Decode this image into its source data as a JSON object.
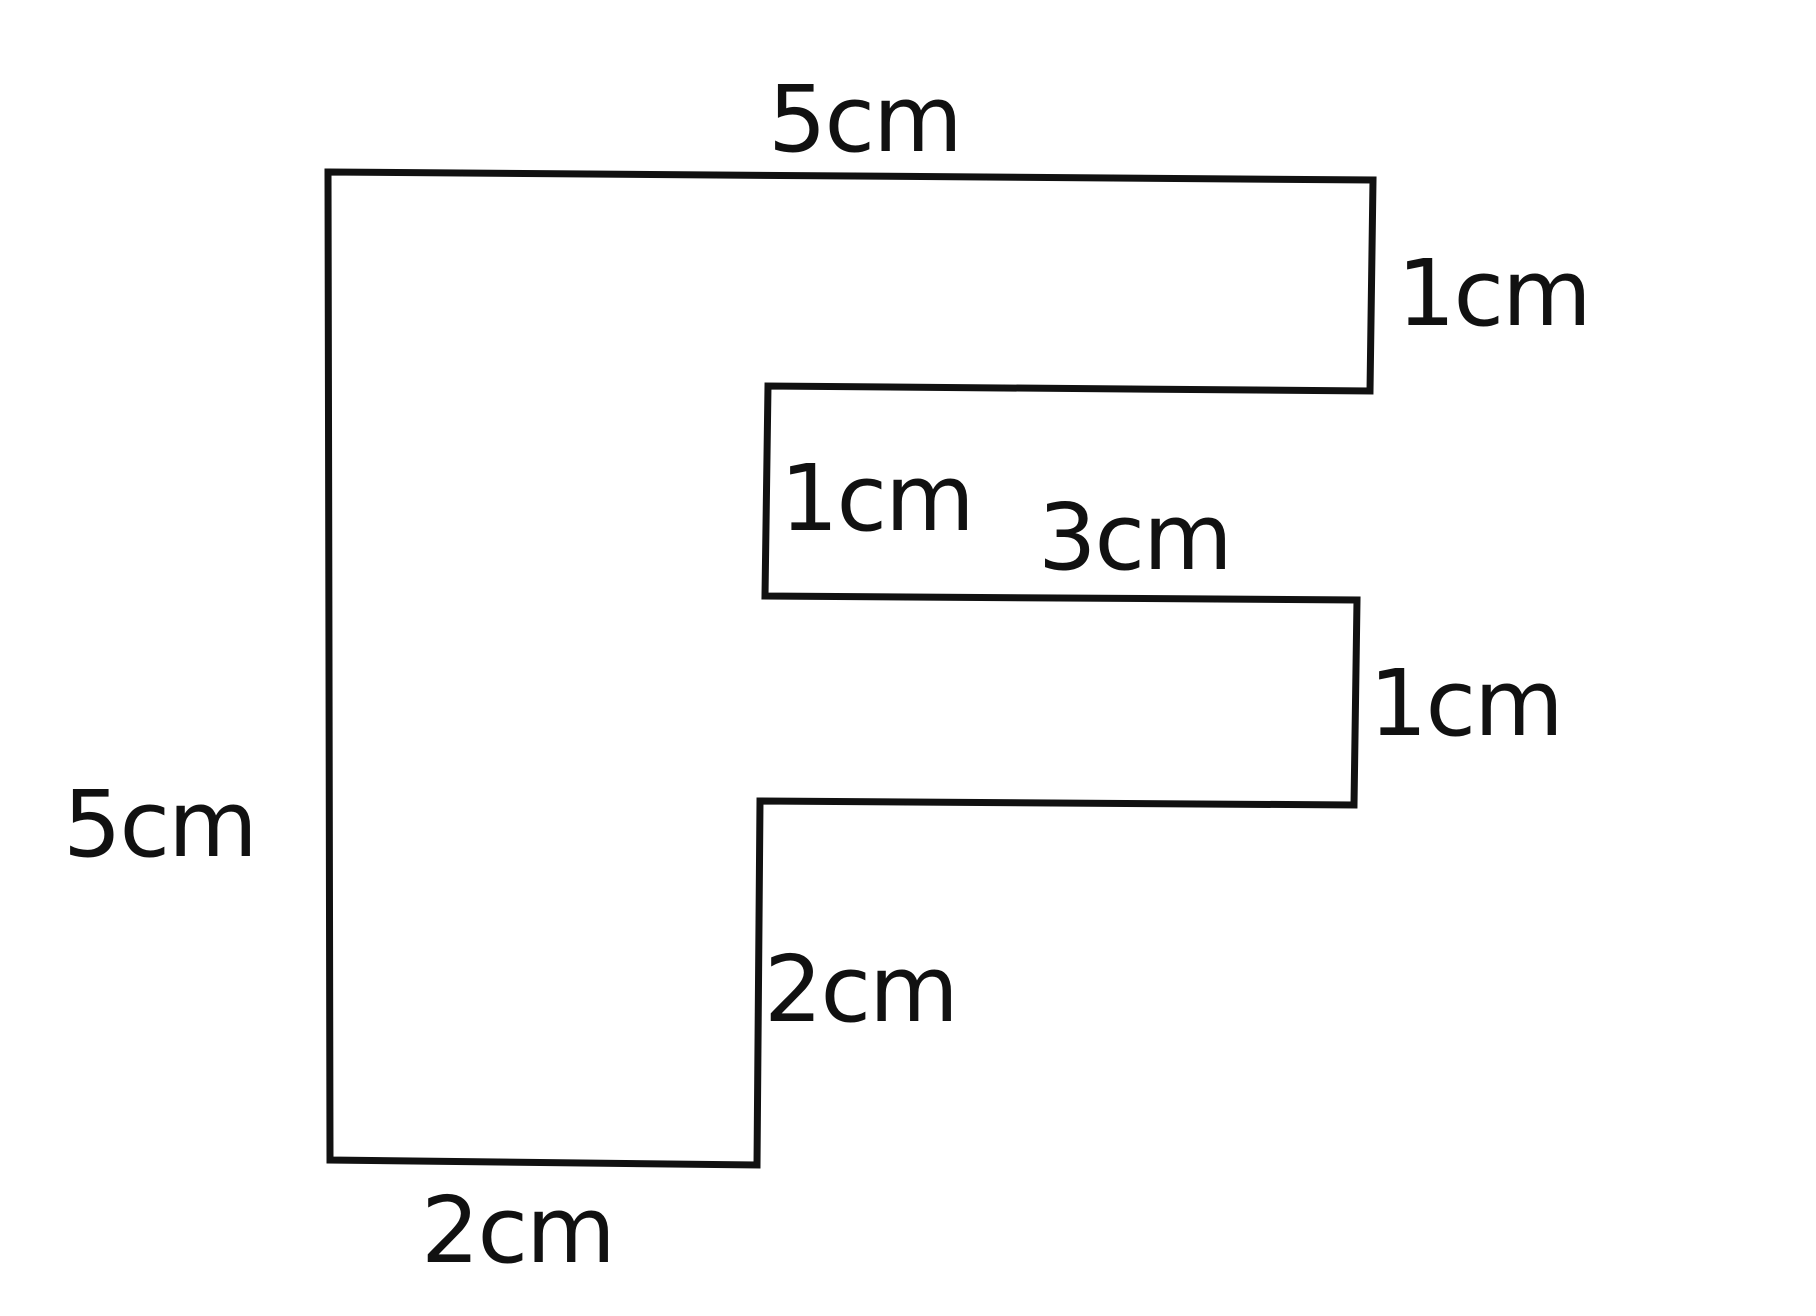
{
  "figure": {
    "shape": "F-shaped polygon",
    "stroke_color": "#111111",
    "background_color": "#ffffff",
    "labels": {
      "top": "5cm",
      "top_right_arm": "1cm",
      "inner_upper_notch": "1cm",
      "middle_arm_top": "3cm",
      "middle_arm_right": "1cm",
      "left_side": "5cm",
      "inner_lower_step": "2cm",
      "bottom": "2cm"
    }
  }
}
